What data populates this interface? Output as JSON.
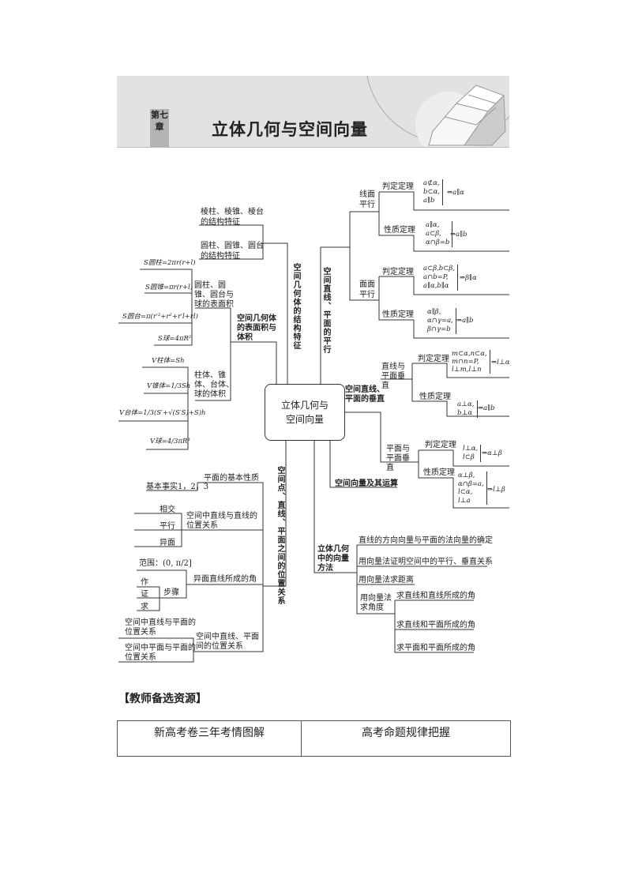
{
  "header": {
    "chapter_tab": "第七章",
    "title": "立体几何与空间向量"
  },
  "center": "立体几何与空间向量",
  "structure": {
    "label": "空间几何体的结构特征",
    "items": [
      "棱柱、棱锥、棱台的结构特征",
      "圆柱、圆锥、圆台的结构特征"
    ]
  },
  "area_volume": {
    "label": "空间几何体的表面积与体积",
    "surface": {
      "label": "圆柱、圆锥、圆台与球的表面积",
      "formulas": [
        "S圆柱=2πr(r+l)",
        "S圆锥=πr(r+l)",
        "S圆台=π(r′²+r²+r′l+rl)",
        "S球=4πR²"
      ]
    },
    "volume": {
      "label": "柱体、锥体、台体、球的体积",
      "formulas": [
        "V柱体=Sh",
        "V锥体=1/3Sh",
        "V台体=1/3(S′+√(S′S)+S)h",
        "V球=4/3πR³"
      ]
    }
  },
  "parallel": {
    "label": "空间直线、平面的平行",
    "line_plane": {
      "label": "线面平行",
      "judge": "判定定理",
      "judge_f": [
        "a⊄α,",
        "b⊂α,",
        "a∥b"
      ],
      "judge_r": "⇒a∥α",
      "prop": "性质定理",
      "prop_f": [
        "a∥α,",
        "a⊂β,",
        "α∩β=b"
      ],
      "prop_r": "⇒a∥b"
    },
    "plane_plane": {
      "label": "面面平行",
      "judge": "判定定理",
      "judge_f": [
        "a⊂β,b⊂β,",
        "a∩b=P,",
        "a∥α,b∥α"
      ],
      "judge_r": "⇒β∥α",
      "prop": "性质定理",
      "prop_f": [
        "α∥β,",
        "α∩γ=a,",
        "β∩γ=b"
      ],
      "prop_r": "⇒a∥b"
    }
  },
  "perp": {
    "label": "空间直线、平面的垂直",
    "line_plane": {
      "label": "直线与平面垂直",
      "judge": "判定定理",
      "judge_f": [
        "m⊂α,n⊂α,",
        "m∩n=P,",
        "l⊥m,l⊥n"
      ],
      "judge_r": "⇒l⊥α",
      "prop": "性质定理",
      "prop_f": [
        "a⊥α,",
        "b⊥α"
      ],
      "prop_r": "⇒a∥b"
    },
    "plane_plane": {
      "label": "平面与平面垂直",
      "judge": "判定定理",
      "judge_f": [
        "l⊥α,",
        "l⊂β"
      ],
      "judge_r": "⇒α⊥β",
      "prop": "性质定理",
      "prop_f": [
        "α⊥β,",
        "α∩β=a,",
        "l⊂α,",
        "l⊥a"
      ],
      "prop_r": "⇒l⊥β"
    }
  },
  "vector_ops": "空间向量及其运算",
  "vector_method": {
    "label": "立体几何中的向量方法",
    "items": [
      "直线的方向向量与平面的法向量的确定",
      "用向量法证明空间中的平行、垂直关系",
      "用向量法求距离"
    ],
    "angle": {
      "label": "用向量法求角度",
      "items": [
        "求直线和直线所成的角",
        "求直线和平面所成的角",
        "求平面和平面所成的角"
      ]
    }
  },
  "position": {
    "label": "空间点、直线、平面之间的位置关系",
    "basic": {
      "label": "平面的基本性质",
      "item": "基本事实1，2，3"
    },
    "lines": {
      "label": "空间中直线与直线的位置关系",
      "items": [
        "相交",
        "平行",
        "异面"
      ]
    },
    "skew": {
      "label": "异面直线所成的角",
      "range": "范围：(0, π/2]",
      "steps_label": "步骤",
      "steps": [
        "作",
        "证",
        "求"
      ]
    },
    "lp": {
      "label": "空间中直线、平面间的位置关系",
      "items": [
        "空间中直线与平面的位置关系",
        "空间中平面与平面的位置关系"
      ]
    }
  },
  "teacher": "【教师备选资源】",
  "table": {
    "headers": [
      "新高考卷三年考情图解",
      "高考命题规律把握"
    ]
  }
}
